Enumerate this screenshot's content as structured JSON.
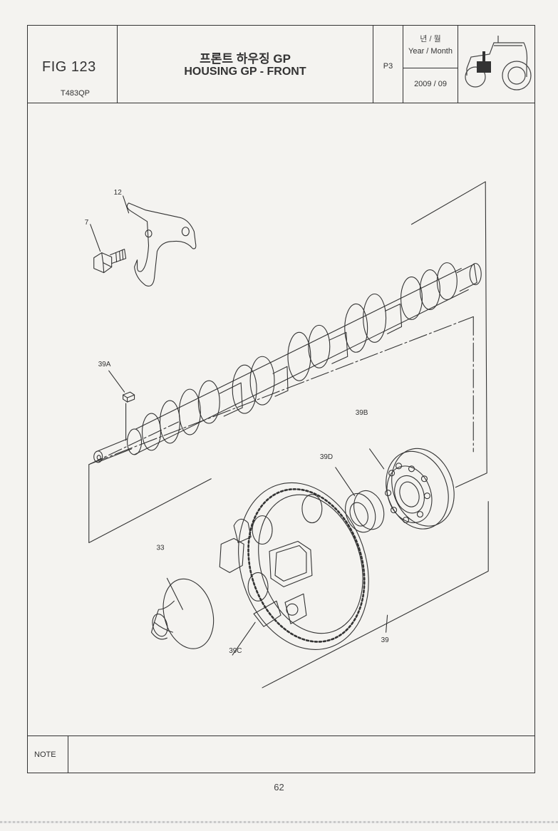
{
  "header": {
    "fig_number": "FIG 123",
    "fig_code": "T483QP",
    "title_korean": "프론트 하우징 GP",
    "title_english": "HOUSING GP - FRONT",
    "page_code": "P3",
    "date_label_korean": "년 / 월",
    "date_label_english": "Year / Month",
    "date_value": "2009 / 09",
    "thumbnail_icon": "tractor-icon"
  },
  "callouts": {
    "c12": "12",
    "c7": "7",
    "c39a": "39A",
    "c39b": "39B",
    "c39d": "39D",
    "c33": "33",
    "c39c": "39C",
    "c39": "39"
  },
  "note": {
    "label": "NOTE",
    "text": ""
  },
  "page_number": "62",
  "colors": {
    "line": "#333333",
    "paper": "#f4f3f0"
  }
}
